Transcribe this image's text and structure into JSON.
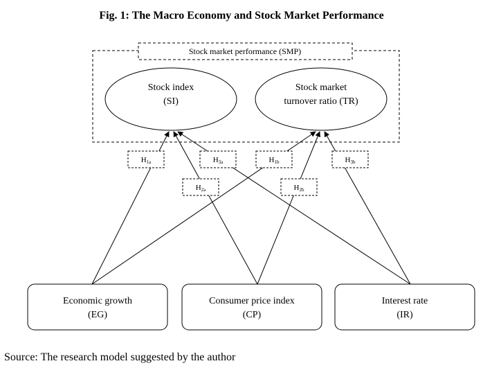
{
  "figure": {
    "title": "Fig. 1: The Macro Economy and Stock Market Performance"
  },
  "smp_group": {
    "label": "Stock market performance (SMP)"
  },
  "outcomes": [
    {
      "name": "Stock index",
      "abbr": "(SI)"
    },
    {
      "name": "Stock market",
      "name2": "turnover ratio (TR)"
    }
  ],
  "predictors": [
    {
      "name": "Economic growth",
      "abbr": "(EG)"
    },
    {
      "name": "Consumer price index",
      "abbr": "(CP)"
    },
    {
      "name": "Interest rate",
      "abbr": "(IR)"
    }
  ],
  "hypotheses": [
    {
      "main": "H",
      "sub": "1a"
    },
    {
      "main": "H",
      "sub": "3a"
    },
    {
      "main": "H",
      "sub": "1b"
    },
    {
      "main": "H",
      "sub": "3b"
    },
    {
      "main": "H",
      "sub": "2a"
    },
    {
      "main": "H",
      "sub": "2b"
    }
  ],
  "source": "Source: The research model suggested by the author"
}
